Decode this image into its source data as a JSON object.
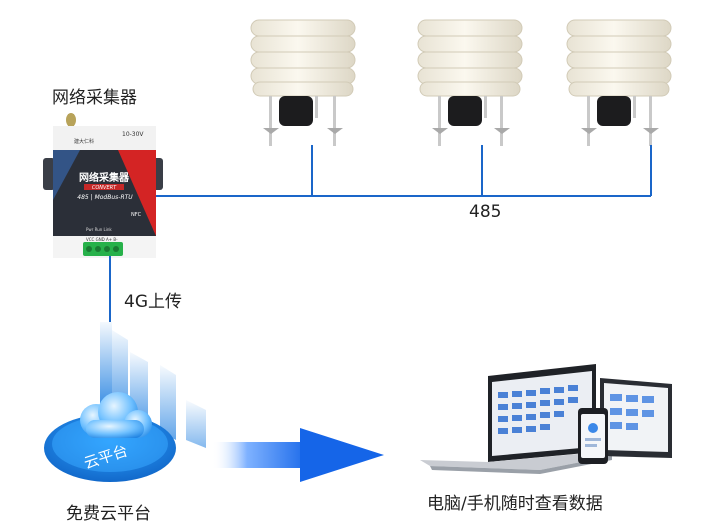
{
  "labels": {
    "collector_title": "网络采集器",
    "bus": "485",
    "uplink": "4G上传",
    "cloud": "免费云平台",
    "viewer": "电脑/手机随时查看数据"
  },
  "device": {
    "name": "网络采集器",
    "sub": "CONVERT",
    "protocol": "485 | ModBus-RTU",
    "nfc": "NFC",
    "voltage": "10-30V",
    "brand": "建大仁科",
    "leds": "Pwr  Run  Link",
    "pins": "VCC GND A+ B-"
  },
  "cloud_badge": "云平台",
  "colors": {
    "wire": "#1a66c9",
    "accent_red": "#e02a2a",
    "device_body": "#2b2f38",
    "sensor_white": "#f3efe3",
    "cloud_blue": "#1e88e5",
    "arrow_blue": "#1565e8"
  }
}
